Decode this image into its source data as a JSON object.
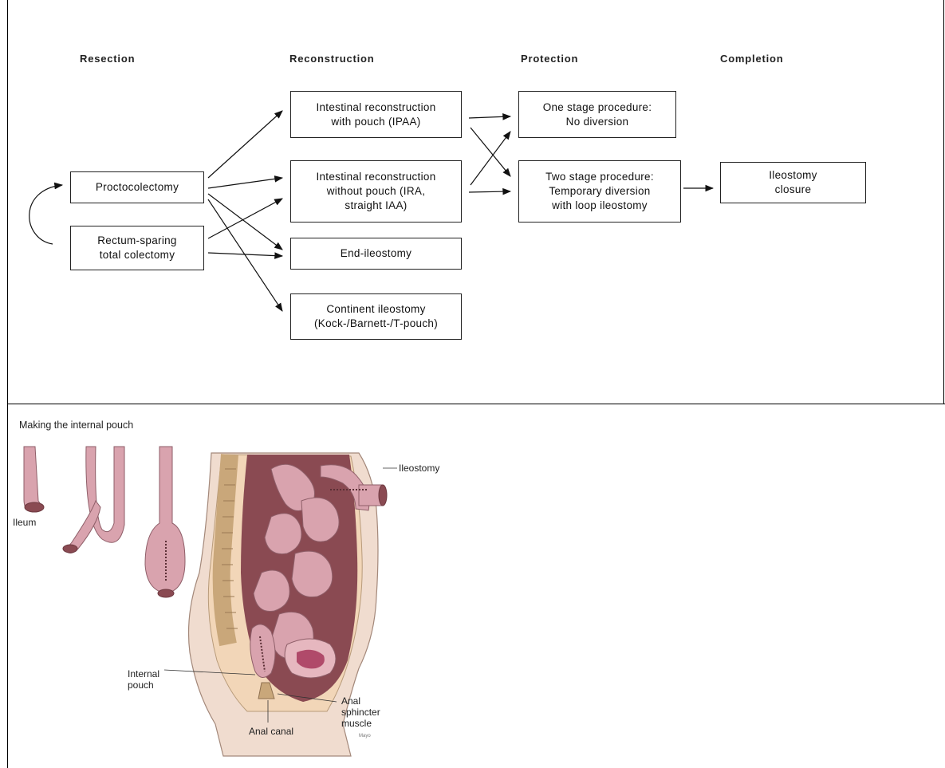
{
  "page": {
    "title_fragment": "g                                                                    g"
  },
  "columns": {
    "resection": "Resection",
    "reconstruction": "Reconstruction",
    "protection": "Protection",
    "completion": "Completion"
  },
  "boxes": {
    "proctocolectomy": "Proctocolectomy",
    "rectum_sparing": "Rectum-sparing\ntotal colectomy",
    "ipaa": "Intestinal reconstruction\nwith pouch (IPAA)",
    "no_pouch": "Intestinal reconstruction\nwithout pouch (IRA,\nstraight IAA)",
    "end_ileostomy": "End-ileostomy",
    "continent": "Continent ileostomy\n(Kock-/Barnett-/T-pouch)",
    "one_stage": "One stage procedure:\nNo diversion",
    "two_stage": "Two stage procedure:\nTemporary diversion\nwith loop ileostomy",
    "closure": "Ileostomy\nclosure"
  },
  "illustration": {
    "title": "Making the internal pouch",
    "ileum": "Ileum",
    "ileostomy": "Ileostomy",
    "internal_pouch": "Internal\npouch",
    "anal_sphincter": "Anal\nsphincter\nmuscle",
    "anal_canal": "Anal canal",
    "credit": "Mayo"
  },
  "colors": {
    "tissue": "#f2d6b8",
    "bowel": "#d9a3ae",
    "bowel_dark": "#b47a86",
    "cavity": "#8a4a52",
    "skin": "#f0dccf"
  }
}
